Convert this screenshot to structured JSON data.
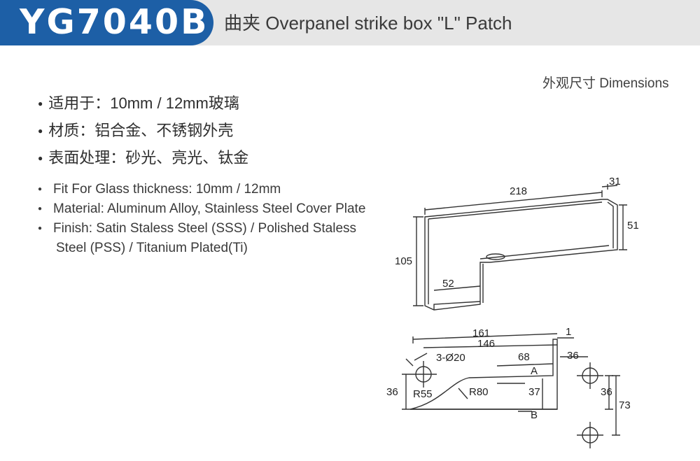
{
  "header": {
    "model_code": "YG7040B",
    "title": "曲夹 Overpanel strike box \"L\" Patch"
  },
  "dimensions_heading": "外观尺寸 Dimensions",
  "specs_cn": [
    "适用于：10mm / 12mm玻璃",
    "材质：铝合金、不锈钢外壳",
    "表面处理：砂光、亮光、钛金"
  ],
  "specs_en": [
    "Fit For Glass thickness: 10mm / 12mm",
    "Material: Aluminum Alloy, Stainless Steel Cover Plate",
    "Finish: Satin Staless Steel (SSS) / Polished Staless Steel (PSS) / Titanium Plated(Ti)"
  ],
  "drawing": {
    "top_view": {
      "length": "218",
      "tab": "31",
      "height": "105",
      "depth": "51",
      "step": "52"
    },
    "bottom_view": {
      "overall": "161",
      "inner": "146",
      "holes": "3-Ø20",
      "offset": "68",
      "thickness": "1",
      "edge": "36",
      "r1": "R55",
      "r2": "R80",
      "h1": "37",
      "h_left": "36",
      "h_right": "36",
      "spacing": "73",
      "section_a": "A",
      "section_b": "B"
    }
  }
}
